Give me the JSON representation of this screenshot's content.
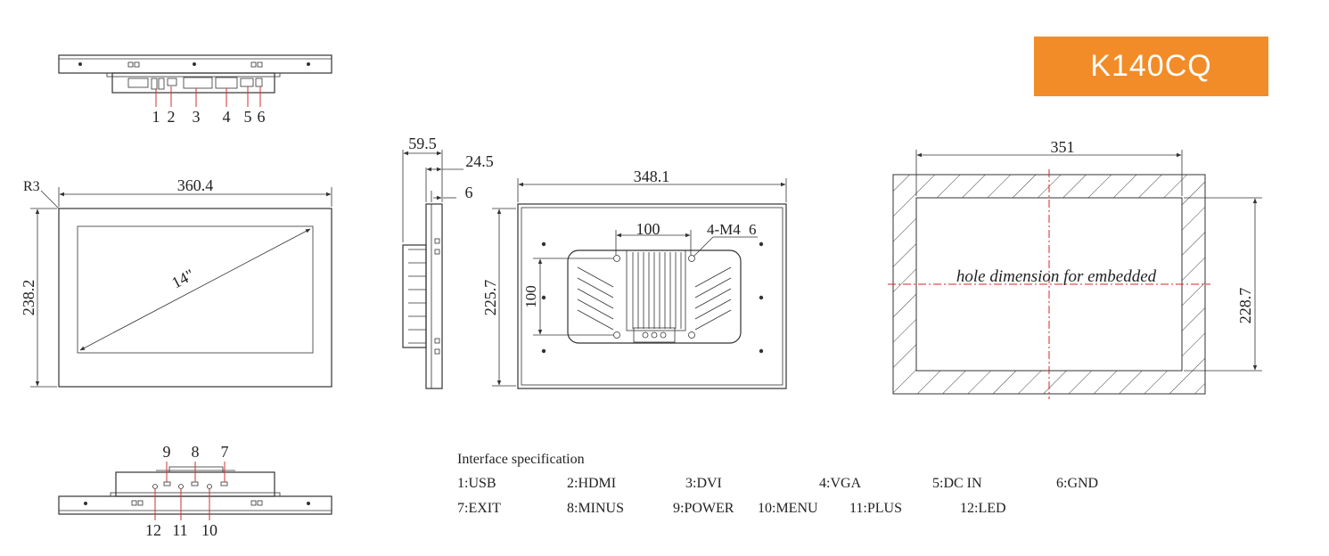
{
  "model": "K140CQ",
  "top_view": {
    "port_numbers": [
      "1",
      "2",
      "3",
      "4",
      "5",
      "6"
    ]
  },
  "bottom_view": {
    "upper_numbers": [
      "9",
      "8",
      "7"
    ],
    "lower_numbers": [
      "12",
      "11",
      "10"
    ]
  },
  "front_view": {
    "corner_radius": "R3",
    "width": "360.4",
    "height": "238.2",
    "diagonal": "14\""
  },
  "side_view": {
    "depth": "59.5",
    "body_depth": "24.5",
    "bezel": "6"
  },
  "back_view": {
    "width": "348.1",
    "height": "225.7",
    "vesa_h": "100",
    "vesa_v": "100",
    "screw_label": "4-M4",
    "screw_depth": "6"
  },
  "cutout": {
    "width": "351",
    "height": "228.7",
    "note": "hole dimension for embedded"
  },
  "interface": {
    "title": "Interface specification",
    "items": [
      "1:USB",
      "2:HDMI",
      "3:DVI",
      "4:VGA",
      "5:DC IN",
      "6:GND",
      "7:EXIT",
      "8:MINUS",
      "9:POWER",
      "10:MENU",
      "11:PLUS",
      "12:LED"
    ]
  }
}
